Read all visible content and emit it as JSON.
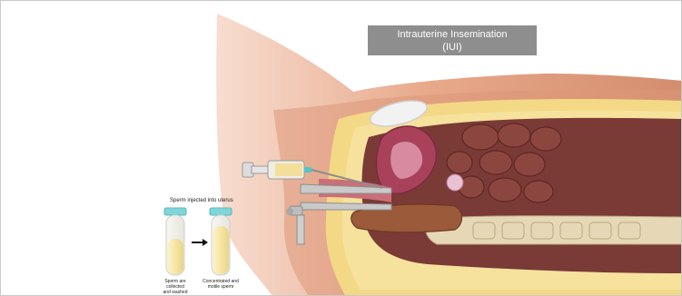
{
  "title": {
    "line1": "Intrauterine Insemination",
    "line2": "(IUI)"
  },
  "inset": {
    "caption": "Sperm injected into uterus",
    "tube_left_label_1": "Sperm are collected",
    "tube_left_label_2": "and washed",
    "tube_right_label_1": "Concentrated and",
    "tube_right_label_2": "motile sperm"
  },
  "colors": {
    "skin": "#e9ab8c",
    "skin_dark": "#c98365",
    "fat": "#f4dc84",
    "uterus": "#a9415b",
    "intestine": "#7a3a36",
    "bone": "#e3d4b0",
    "title_bg": "#8e8e8e",
    "tube_liquid": "#f6e6a3",
    "tube_cap": "#7fd6d8"
  },
  "icons": [
    "syringe-icon",
    "arrow-right-icon",
    "speculum-icon"
  ]
}
